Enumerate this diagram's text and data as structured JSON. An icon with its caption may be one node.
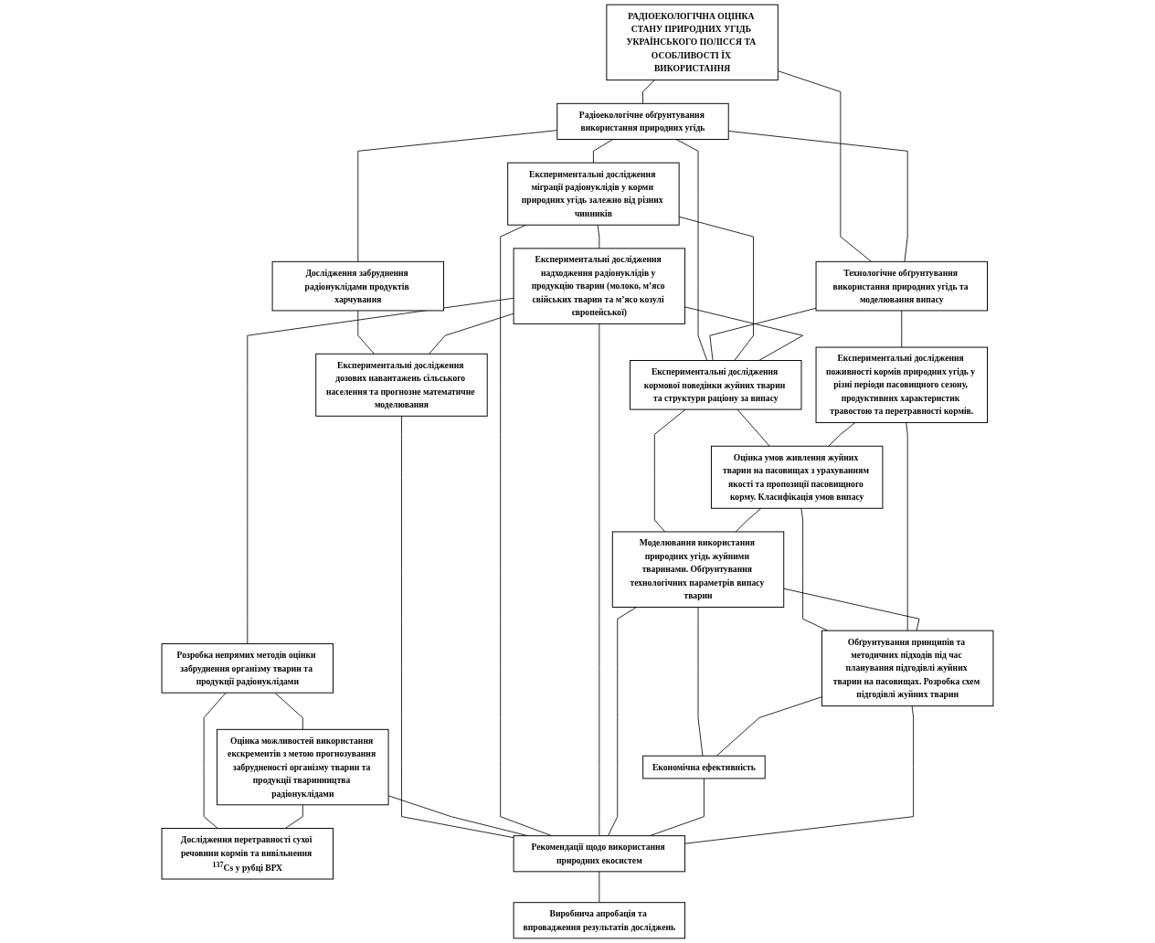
{
  "diagram": {
    "nodes": [
      {
        "text": [
          "РАДІОЕКОЛОГІЧНА ОЦІНКА СТАНУ ПРИРОДНИХ УГІДЬ УКРАЇНСЬКОГО ПОЛІССЯ ТА ОСОБЛИВОСТІ ЇХ ВИКОРИСТАННЯ"
        ]
      },
      {
        "text": [
          "Радіоекологічне обґрунтування використання природних угідь"
        ]
      },
      {
        "text": [
          "Технологічне обґрунтування використання природних угідь та моделювання випасу"
        ]
      },
      {
        "text": [
          "Дослідження забруднення радіонуклідами продуктів харчування"
        ]
      },
      {
        "text": [
          "Експериментальні дослідження міграції радіонуклідів у корми природних угідь залежно від різних чинників"
        ]
      },
      {
        "text": [
          "Експериментальні дослідження надходження радіонуклідів у продукцію тварин (молоко, м’ясо свійських тварин та м’ясо козулі європейської)"
        ]
      },
      {
        "text": [
          "Експериментальні дослідження кормової поведінки жуйних тварин та структури раціону за випасу"
        ]
      },
      {
        "text": [
          "Експериментальні дослідження поживності кормів природних угідь у різні періоди пасовищного сезону, продуктивних характеристик травостою та перетравності кормів."
        ]
      },
      {
        "text": [
          "Експериментальні дослідження дозових навантажень сільського населення та прогнозне математичне моделювання"
        ]
      },
      {
        "text": [
          "Розробка непрямих методів оцінки забруднення організму тварин та продукції радіонуклідами"
        ]
      },
      {
        "text": [
          "Оцінка умов живлення жуйних тварин на пасовищах з урахуванням якості та пропозиції пасовищного корму. Класифікація умов випасу"
        ]
      },
      {
        "text": [
          "Оцінка можливостей використання екскрементів з метою прогнозування забрудненості організму тварин та продукції тваринництва радіонуклідами"
        ]
      },
      {
        "text": [
          "Дослідження перетравності сухої речовини кормів та вивільнення $^{137}$Cs у рубці ВРХ"
        ]
      },
      {
        "text": [
          "Моделювання використання природних угідь жуйними тваринами. Обґрунтування технологічних параметрів випасу тварин"
        ]
      },
      {
        "text": [
          "Обґрунтування принципів та методичних підходів під час планування підгодівлі жуйних тварин на пасовищах. Розробка схем підгодівлі жуйних тварин"
        ]
      },
      {
        "text": [
          "Економічна ефективність"
        ]
      },
      {
        "text": [
          "Рекомендації щодо використання природних екосистем"
        ]
      },
      {
        "text": [
          "Виробнича апробація та впровадження результатів досліджень"
        ]
      }
    ],
    "edges": [
      {
        "from": 0,
        "to": 1,
        "arrow": "none"
      },
      {
        "from": 0,
        "to": 2,
        "arrow": "none"
      },
      {
        "from": 1,
        "to": 2,
        "arrow": "none"
      },
      {
        "from": 1,
        "to": 3,
        "arrow": "none"
      },
      {
        "from": 1,
        "to": 4,
        "arrow": "none"
      },
      {
        "from": 1,
        "to": 6,
        "arrow": "none"
      },
      {
        "from": 2,
        "to": 6,
        "arrow": "none"
      },
      {
        "from": 2,
        "to": 7,
        "arrow": "none"
      },
      {
        "from": 4,
        "to": 5,
        "arrow": "none"
      },
      {
        "from": 4,
        "to": 6,
        "arrow": "none"
      },
      {
        "from": 5,
        "to": 6,
        "arrow": "none"
      },
      {
        "from": 3,
        "to": 8,
        "arrow": "none"
      },
      {
        "from": 5,
        "to": 8,
        "arrow": "none"
      },
      {
        "from": 5,
        "to": 9,
        "arrow": "none"
      },
      {
        "from": 6,
        "to": 10,
        "arrow": "none"
      },
      {
        "from": 7,
        "to": 10,
        "arrow": "none"
      },
      {
        "from": 9,
        "to": 11,
        "arrow": "none"
      },
      {
        "from": 9,
        "to": 12,
        "arrow": "none"
      },
      {
        "from": 11,
        "to": 12,
        "arrow": "none"
      },
      {
        "from": 6,
        "to": 13,
        "arrow": "none"
      },
      {
        "from": 10,
        "to": 13,
        "arrow": "none"
      },
      {
        "from": 10,
        "to": 14,
        "arrow": "none"
      },
      {
        "from": 7,
        "to": 14,
        "arrow": "none"
      },
      {
        "from": 13,
        "to": 14,
        "arrow": "none"
      },
      {
        "from": 13,
        "to": 15,
        "arrow": "none"
      },
      {
        "from": 14,
        "to": 15,
        "arrow": "none"
      },
      {
        "from": 8,
        "to": 16,
        "arrow": "none"
      },
      {
        "from": 11,
        "to": 16,
        "arrow": "none"
      },
      {
        "from": 4,
        "to": 16,
        "arrow": "none"
      },
      {
        "from": 5,
        "to": 16,
        "arrow": "none"
      },
      {
        "from": 13,
        "to": 16,
        "arrow": "none"
      },
      {
        "from": 15,
        "to": 16,
        "arrow": "none"
      },
      {
        "from": 14,
        "to": 16,
        "arrow": "none"
      },
      {
        "from": 16,
        "to": 17,
        "arrow": "none"
      }
    ]
  }
}
